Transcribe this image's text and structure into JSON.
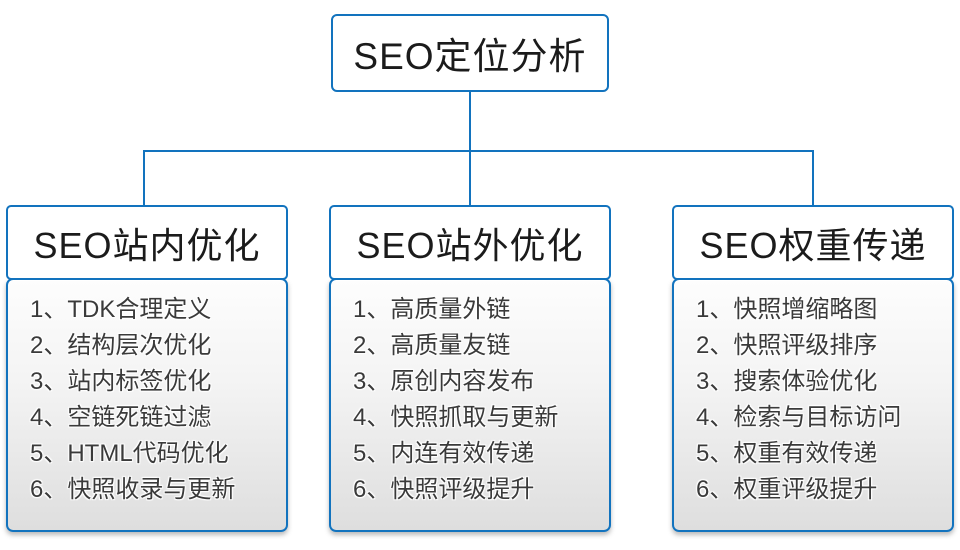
{
  "diagram": {
    "root": {
      "title": "SEO定位分析"
    },
    "columns": [
      {
        "title": "SEO站内优化",
        "items": [
          "1、TDK合理定义",
          "2、结构层次优化",
          "3、站内标签优化",
          "4、空链死链过滤",
          "5、HTML代码优化",
          "6、快照收录与更新"
        ]
      },
      {
        "title": "SEO站外优化",
        "items": [
          "1、高质量外链",
          "2、高质量友链",
          "3、原创内容发布",
          "4、快照抓取与更新",
          "5、内连有效传递",
          "6、快照评级提升"
        ]
      },
      {
        "title": "SEO权重传递",
        "items": [
          "1、快照增缩略图",
          "2、快照评级排序",
          "3、搜索体验优化",
          "4、检索与目标访问",
          "5、权重有效传递",
          "6、权重评级提升"
        ]
      }
    ],
    "colors": {
      "connector_line": "#1273BE",
      "box_border": "#1273BE",
      "panel_gradient_top": "#fdfdfd",
      "panel_gradient_bottom": "#dedede",
      "title_text": "#1b1b1b",
      "item_text": "#3a3a3a"
    }
  }
}
